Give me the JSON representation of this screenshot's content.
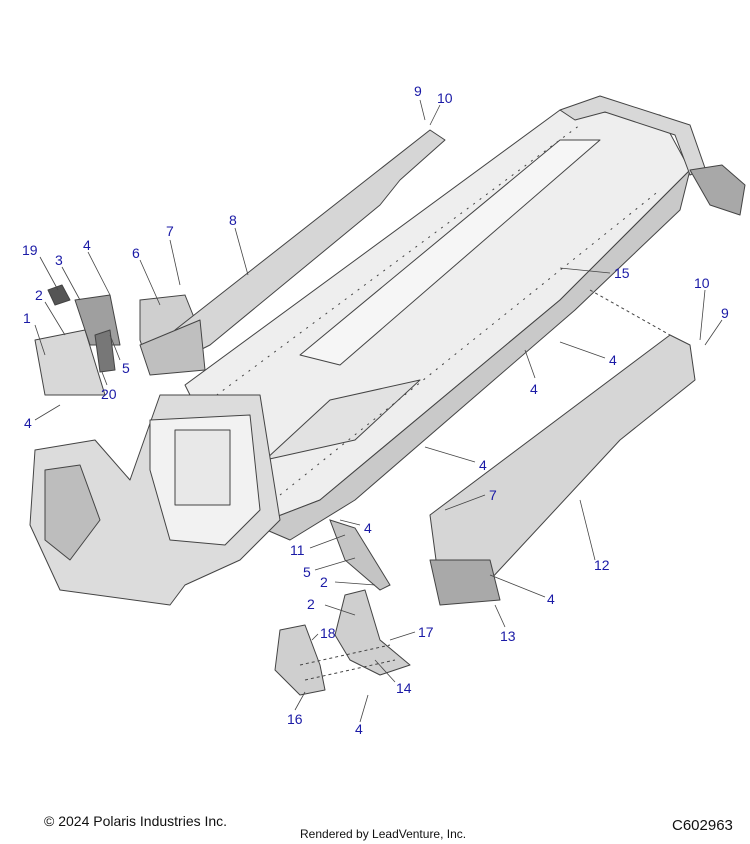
{
  "figure": {
    "callouts": [
      {
        "id": "c-9a",
        "text": "9"
      },
      {
        "id": "c-10a",
        "text": "10"
      },
      {
        "id": "c-19",
        "text": "19"
      },
      {
        "id": "c-4a",
        "text": "4"
      },
      {
        "id": "c-7a",
        "text": "7"
      },
      {
        "id": "c-8",
        "text": "8"
      },
      {
        "id": "c-6",
        "text": "6"
      },
      {
        "id": "c-3",
        "text": "3"
      },
      {
        "id": "c-2a",
        "text": "2"
      },
      {
        "id": "c-1",
        "text": "1"
      },
      {
        "id": "c-5a",
        "text": "5"
      },
      {
        "id": "c-20",
        "text": "20"
      },
      {
        "id": "c-4b",
        "text": "4"
      },
      {
        "id": "c-15",
        "text": "15"
      },
      {
        "id": "c-10b",
        "text": "10"
      },
      {
        "id": "c-9b",
        "text": "9"
      },
      {
        "id": "c-4c",
        "text": "4"
      },
      {
        "id": "c-4d",
        "text": "4"
      },
      {
        "id": "c-4e",
        "text": "4"
      },
      {
        "id": "c-7b",
        "text": "7"
      },
      {
        "id": "c-4f",
        "text": "4"
      },
      {
        "id": "c-11",
        "text": "11"
      },
      {
        "id": "c-5b",
        "text": "5"
      },
      {
        "id": "c-2b",
        "text": "2"
      },
      {
        "id": "c-12",
        "text": "12"
      },
      {
        "id": "c-2c",
        "text": "2"
      },
      {
        "id": "c-4g",
        "text": "4"
      },
      {
        "id": "c-17",
        "text": "17"
      },
      {
        "id": "c-18",
        "text": "18"
      },
      {
        "id": "c-13",
        "text": "13"
      },
      {
        "id": "c-14",
        "text": "14"
      },
      {
        "id": "c-16",
        "text": "16"
      },
      {
        "id": "c-4h",
        "text": "4"
      }
    ]
  },
  "footer": {
    "copyright": "© 2024 Polaris Industries Inc.",
    "rendered_by": "Rendered by LeadVenture, Inc.",
    "figure_id": "C602963"
  },
  "colors": {
    "callout": "#1a1aa6",
    "line": "#444444",
    "fill_light": "#eeeeee",
    "fill_mid": "#cfcfcf",
    "fill_dark": "#9a9a9a"
  }
}
